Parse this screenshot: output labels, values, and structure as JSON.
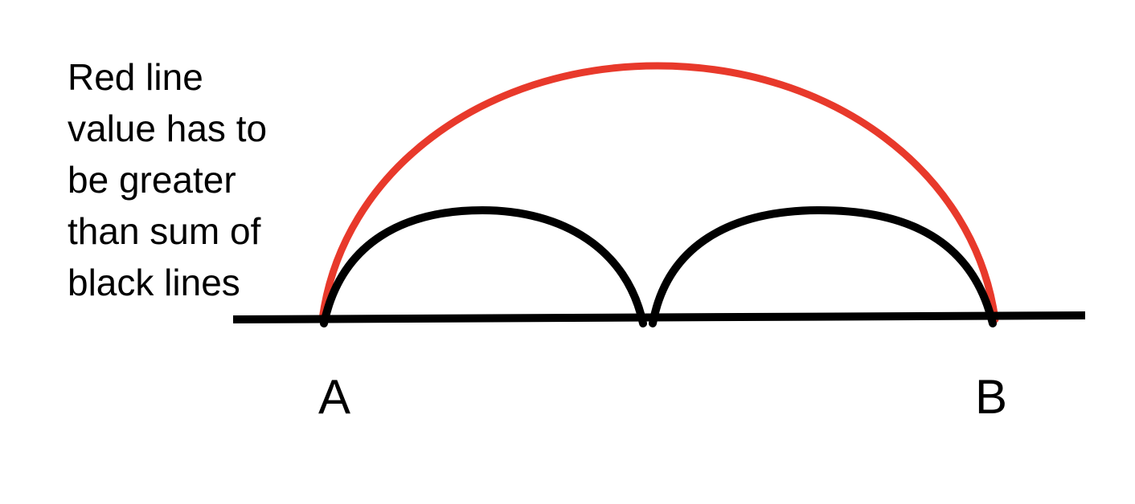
{
  "caption": {
    "lines": [
      "Red line",
      "value has to",
      "be greater",
      "than sum of",
      "black lines"
    ]
  },
  "points": {
    "start": "A",
    "end": "B"
  },
  "colors": {
    "red_arc": "#e8392b",
    "black_lines": "#000000",
    "background": "#ffffff"
  }
}
